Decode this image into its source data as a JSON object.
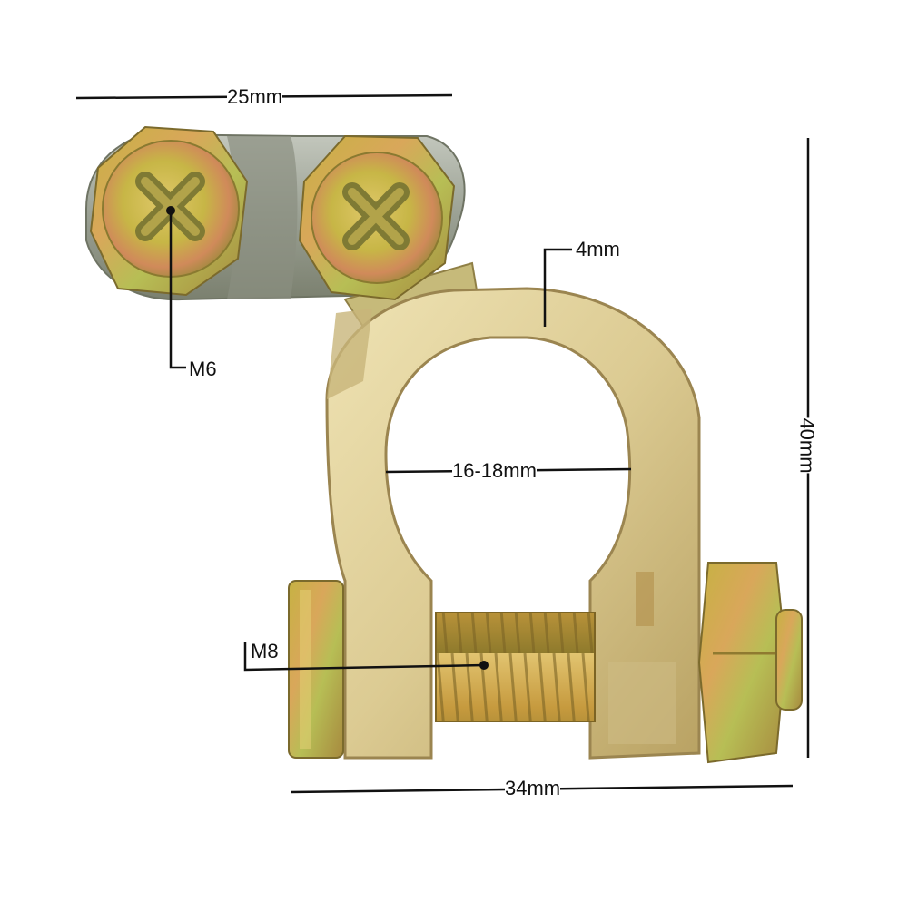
{
  "image": {
    "subject": "battery-terminal-clamp",
    "background": "#ffffff",
    "metal_colors": {
      "brass": "#d8c68c",
      "brass_dark": "#a8904e",
      "brass_light": "#efe3b4",
      "zinc_yellow": "#c9b548",
      "zinc_orange": "#d28a55",
      "zinc_green": "#9fae4a",
      "silver": "#aeb4a8"
    }
  },
  "dimensions": {
    "top_width": "25mm",
    "screw_size": "M6",
    "thickness": "4mm",
    "inner_diameter": "16-18mm",
    "height": "40mm",
    "bolt_size": "M8",
    "bottom_width": "34mm"
  }
}
